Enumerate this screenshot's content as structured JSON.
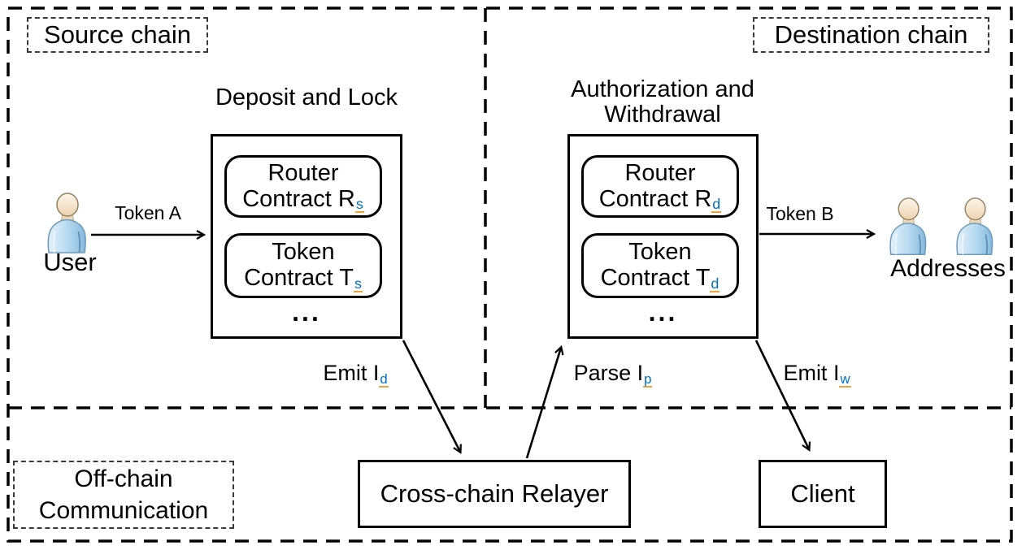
{
  "figure": {
    "type": "cross-chain token bridge architecture diagram"
  },
  "colors": {
    "line_black": "#000000",
    "subscript_blue": "#0070C0",
    "spellcheck_tick_orange": "#efa23c",
    "person_body_blue": "#b9dbf0",
    "person_head_beige": "#f3e3c9"
  },
  "regions": {
    "source_chain_label": "Source chain",
    "destination_chain_label": "Destination chain",
    "offchain_label_line1": "Off-chain",
    "offchain_label_line2": "Communication"
  },
  "source_chain": {
    "title": "Deposit and Lock",
    "user_label": "User",
    "token_arrow_label": "Token A",
    "contract_stack": {
      "items": [
        {
          "line1": "Router",
          "line2": "Contract R",
          "sub": "s"
        },
        {
          "line1": "Token",
          "line2": "Contract T",
          "sub": "s"
        }
      ],
      "ellipsis": "..."
    },
    "emit_label": {
      "text": "Emit I",
      "sub": "d"
    }
  },
  "destination_chain": {
    "title_line1": "Authorization and",
    "title_line2": "Withdrawal",
    "token_arrow_label": "Token B",
    "addresses_label": "Addresses",
    "contract_stack": {
      "items": [
        {
          "line1": "Router",
          "line2": "Contract R",
          "sub": "d"
        },
        {
          "line1": "Token",
          "line2": "Contract T",
          "sub": "d"
        }
      ],
      "ellipsis": "..."
    },
    "parse_label": {
      "text": "Parse I",
      "sub": "p"
    },
    "emit_label": {
      "text": "Emit I",
      "sub": "w"
    }
  },
  "offchain": {
    "relayer_label": "Cross-chain Relayer",
    "client_label": "Client"
  }
}
